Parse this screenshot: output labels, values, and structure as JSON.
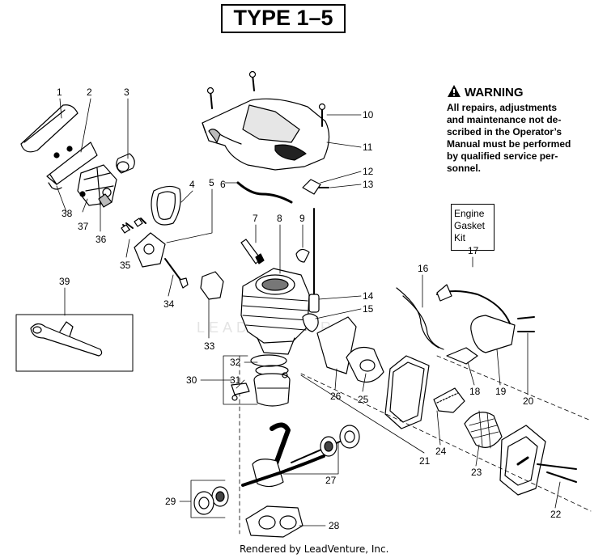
{
  "title": "TYPE 1–5",
  "warning": {
    "heading": "WARNING",
    "lines": [
      "All repairs, adjustments",
      "and maintenance not de-",
      "scribed in the Operator’s",
      "Manual must be performed",
      "by qualified service per-",
      "sonnel."
    ],
    "icon": "warning-triangle-icon"
  },
  "kit_box": {
    "lines": [
      "Engine",
      "Gasket",
      "Kit"
    ]
  },
  "watermark": "LEADVENTURE",
  "footer": "Rendered by LeadVenture, Inc.",
  "callouts": [
    "1",
    "2",
    "3",
    "4",
    "5",
    "6",
    "7",
    "8",
    "9",
    "10",
    "11",
    "12",
    "13",
    "14",
    "15",
    "16",
    "17",
    "18",
    "19",
    "20",
    "21",
    "22",
    "23",
    "24",
    "25",
    "26",
    "27",
    "28",
    "29",
    "30",
    "31",
    "32",
    "33",
    "34",
    "35",
    "36",
    "37",
    "38",
    "39"
  ]
}
